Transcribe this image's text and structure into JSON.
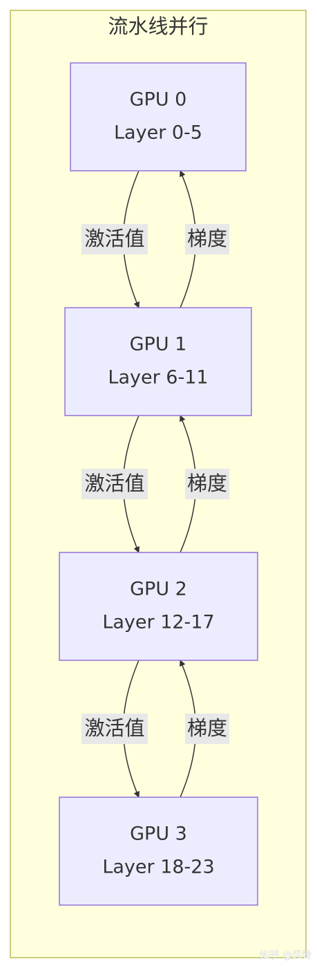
{
  "subgraph": {
    "title": "流水线并行",
    "fill": "#ffffde",
    "stroke": "#aaaa33"
  },
  "node_style": {
    "fill": "#ececff",
    "stroke": "#9370db"
  },
  "edge_style": {
    "stroke": "#333333",
    "label_background": "#e8e8e8"
  },
  "nodes": [
    {
      "id": "gpu0",
      "line1": "GPU 0",
      "line2": "Layer 0-5"
    },
    {
      "id": "gpu1",
      "line1": "GPU 1",
      "line2": "Layer 6-11"
    },
    {
      "id": "gpu2",
      "line1": "GPU 2",
      "line2": "Layer 12-17"
    },
    {
      "id": "gpu3",
      "line1": "GPU 3",
      "line2": "Layer 18-23"
    }
  ],
  "edges": [
    {
      "from": "gpu0",
      "to": "gpu1",
      "label": "激活值"
    },
    {
      "from": "gpu1",
      "to": "gpu0",
      "label": "梯度"
    },
    {
      "from": "gpu1",
      "to": "gpu2",
      "label": "激活值"
    },
    {
      "from": "gpu2",
      "to": "gpu1",
      "label": "梯度"
    },
    {
      "from": "gpu2",
      "to": "gpu3",
      "label": "激活值"
    },
    {
      "from": "gpu3",
      "to": "gpu2",
      "label": "梯度"
    }
  ],
  "watermark": "知乎 @风铃"
}
